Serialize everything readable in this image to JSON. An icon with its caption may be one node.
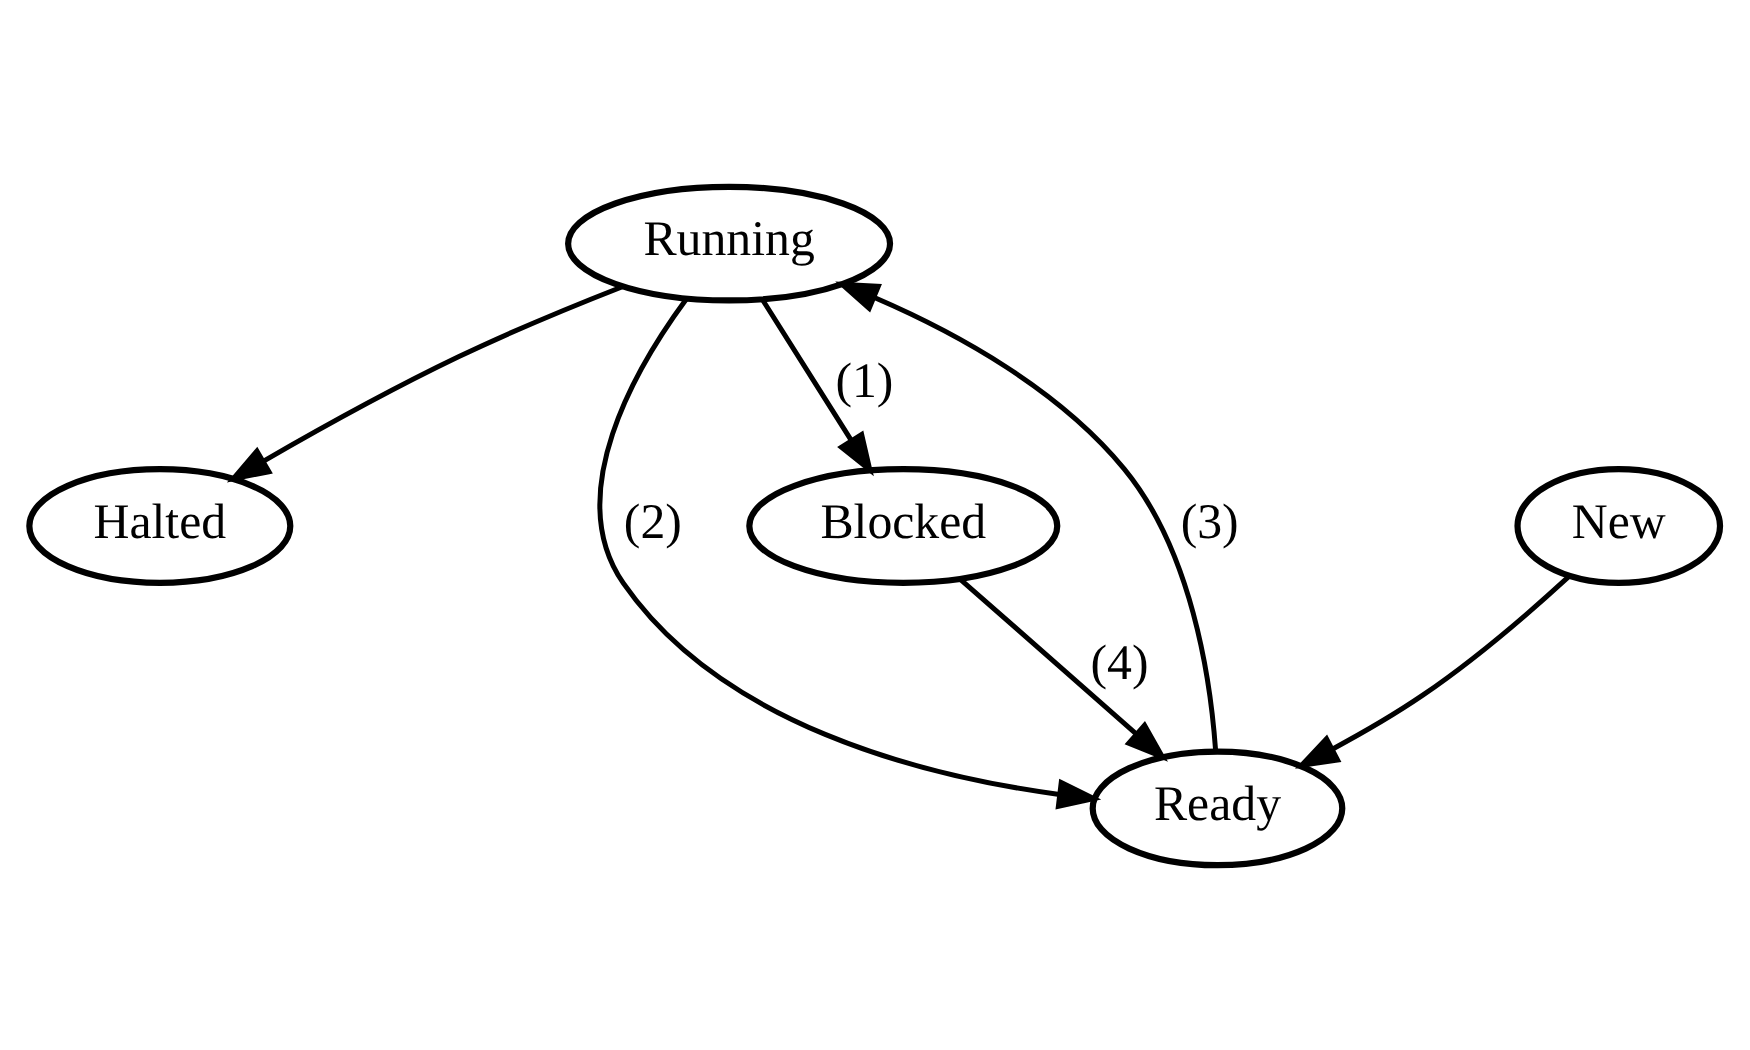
{
  "diagram": {
    "nodes": [
      {
        "text": [
          "Running"
        ]
      },
      {
        "text": [
          "Halted"
        ]
      },
      {
        "text": [
          "Ready"
        ]
      },
      {
        "text": [
          "Blocked"
        ]
      },
      {
        "text": [
          "New"
        ]
      }
    ],
    "edges": [
      {
        "from": 0,
        "to": 1,
        "arrow": "to"
      },
      {
        "from": 0,
        "to": 2,
        "arrow": "to",
        "label": "(2)"
      },
      {
        "from": 0,
        "to": 3,
        "arrow": "to",
        "label": "(1)"
      },
      {
        "from": 2,
        "to": 0,
        "arrow": "to",
        "label": "(3)"
      },
      {
        "from": 3,
        "to": 2,
        "arrow": "to",
        "label": "(4)"
      },
      {
        "from": 4,
        "to": 2,
        "arrow": "to"
      }
    ]
  }
}
